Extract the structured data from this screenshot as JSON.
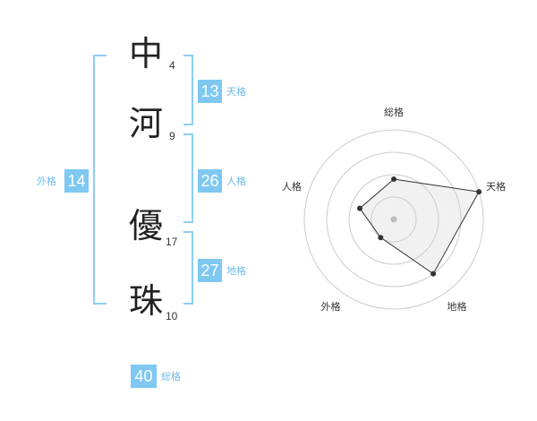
{
  "name": {
    "chars": [
      {
        "char": "中",
        "strokes": "4"
      },
      {
        "char": "河",
        "strokes": "9"
      },
      {
        "char": "優",
        "strokes": "17"
      },
      {
        "char": "珠",
        "strokes": "10"
      }
    ]
  },
  "kaku": {
    "tenkaku": {
      "value": "13",
      "label": "天格"
    },
    "jinkaku": {
      "value": "26",
      "label": "人格"
    },
    "chikaku": {
      "value": "27",
      "label": "地格"
    },
    "gaikaku": {
      "value": "14",
      "label": "外格"
    },
    "soukaku": {
      "value": "40",
      "label": "総格"
    }
  },
  "colors": {
    "accent": "#7ec8f2",
    "bracket": "#8ccdf5",
    "label": "#6fbbe8"
  },
  "chart_data": {
    "type": "radar",
    "axes": [
      "総格",
      "天格",
      "地格",
      "外格",
      "人格"
    ],
    "values": [
      0.45,
      1.0,
      0.75,
      0.25,
      0.4
    ],
    "rings": 4,
    "range": [
      0,
      1
    ]
  }
}
